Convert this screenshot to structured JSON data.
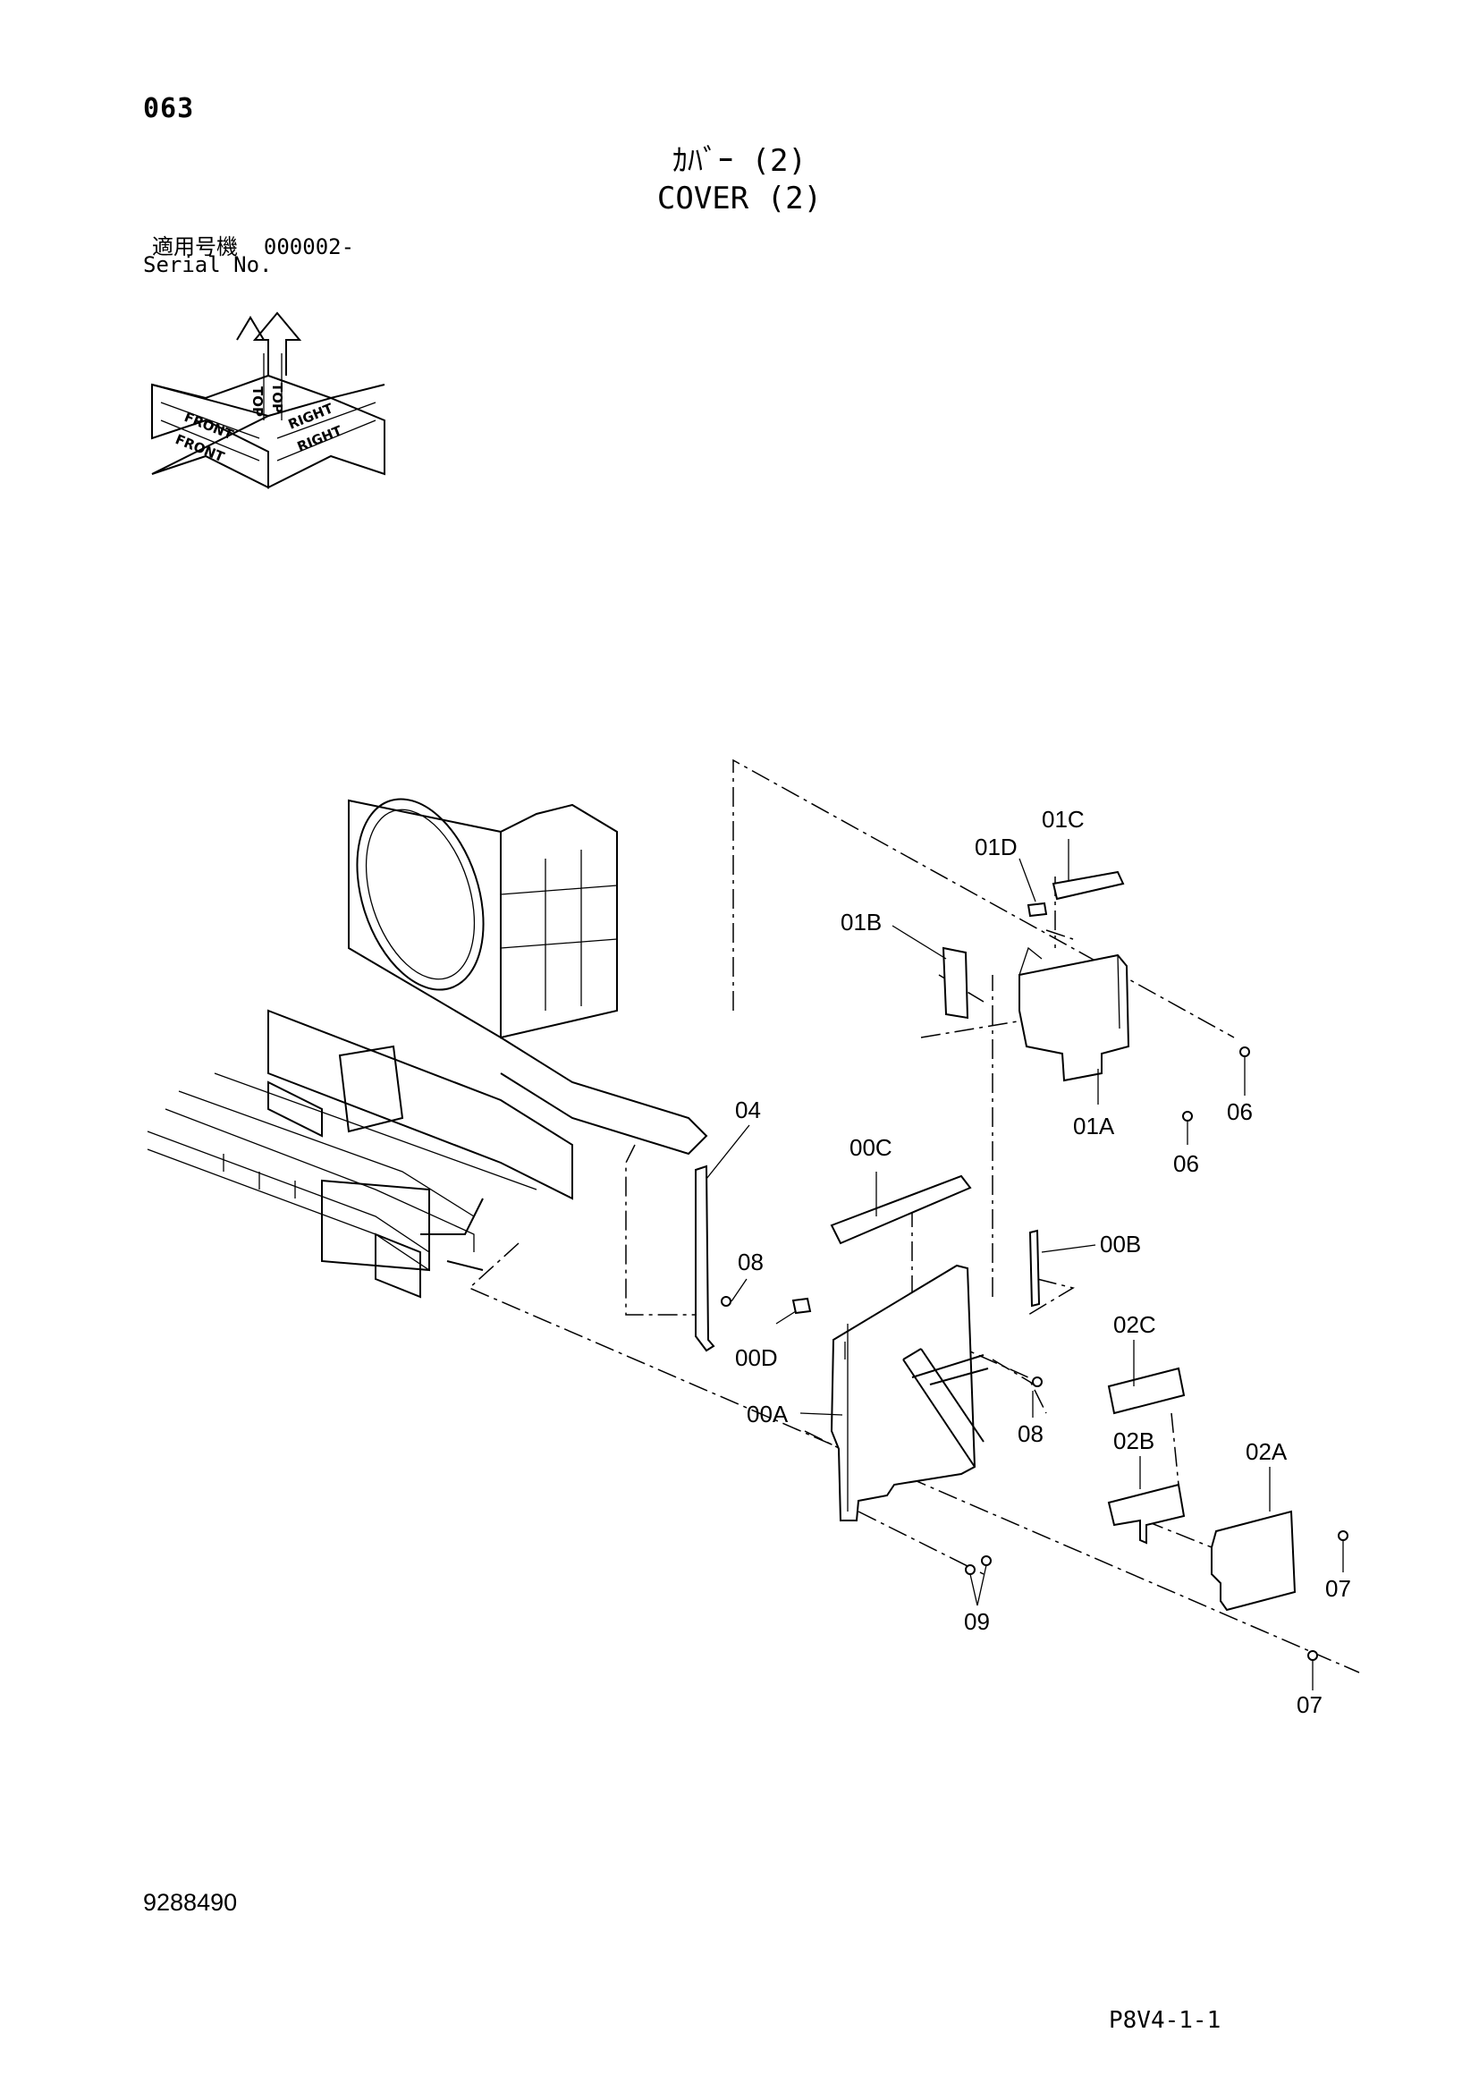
{
  "header": {
    "page_number": "063",
    "title_jp": "ｶﾊﾞｰ (2)",
    "title_en": "COVER (2)",
    "serial_label_jp": "適用号機",
    "serial_value": "000002-",
    "serial_label_en": "Serial No."
  },
  "orientation": {
    "top": "TOP",
    "front": "FRONT",
    "right": "RIGHT"
  },
  "callouts": {
    "c01C": "01C",
    "c01D": "01D",
    "c01B": "01B",
    "c01A": "01A",
    "c06a": "06",
    "c06b": "06",
    "c04": "04",
    "c00C": "00C",
    "c00B": "00B",
    "c08a": "08",
    "c08b": "08",
    "c00D": "00D",
    "c00A": "00A",
    "c02C": "02C",
    "c02B": "02B",
    "c02A": "02A",
    "c07a": "07",
    "c07b": "07",
    "c09": "09"
  },
  "footer": {
    "reference_number": "9288490",
    "document_code": "P8V4-1-1"
  }
}
